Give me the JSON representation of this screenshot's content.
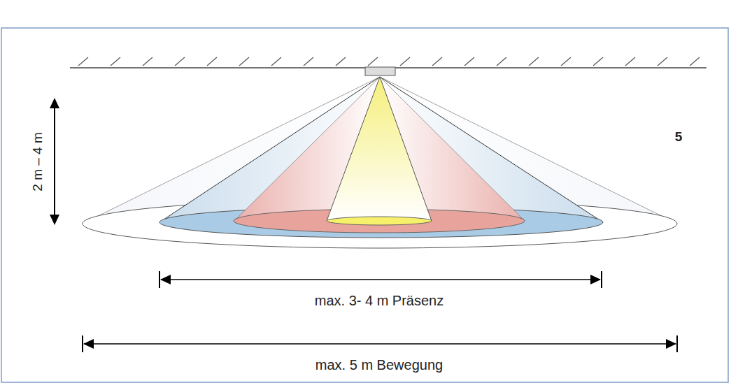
{
  "diagram": {
    "labels": [
      "2 m – 4 m",
      "5",
      "max. 3- 4 m Präsenz",
      "max. 5 m Bewegung"
    ]
  }
}
